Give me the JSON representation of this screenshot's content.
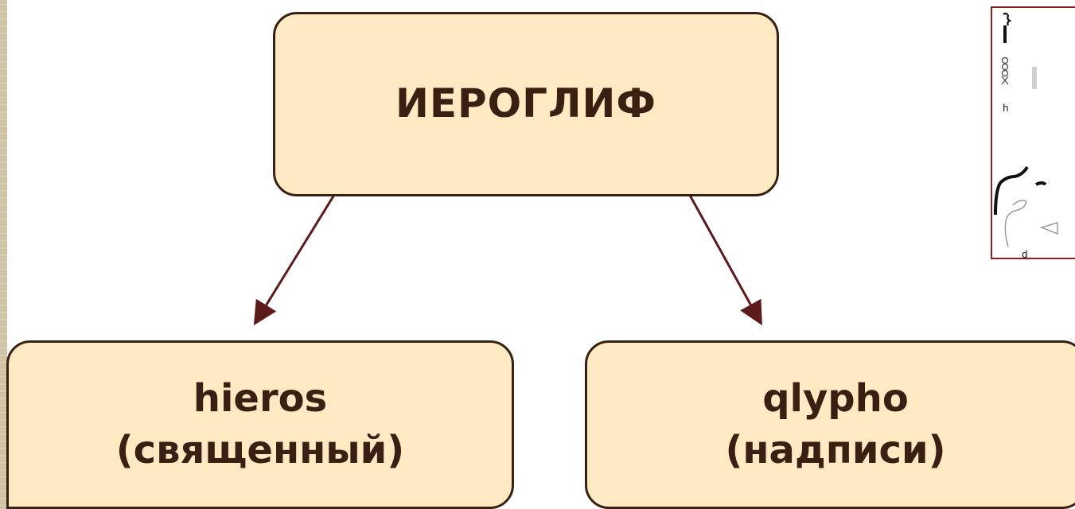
{
  "diagram": {
    "root": {
      "label": "ИЕРОГЛИФ"
    },
    "children": [
      {
        "word": "hieros",
        "meaning": "(священный)"
      },
      {
        "word": "qlypho",
        "meaning": "(надписи)"
      }
    ],
    "colors": {
      "box_fill": "#fdeac3",
      "box_border": "#3a2012",
      "arrow": "#5c1a1a",
      "text": "#3a2012"
    }
  },
  "glyph_panel": {
    "labels": [
      "h",
      "d"
    ]
  }
}
